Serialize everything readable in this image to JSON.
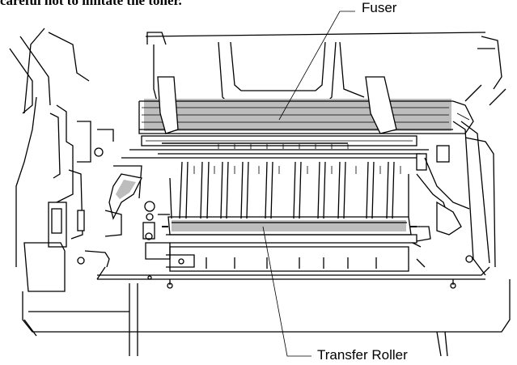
{
  "caption_fragment": "careful not to imitate the toner.",
  "callouts": {
    "fuser": "Fuser",
    "transfer_roller": "Transfer Roller"
  },
  "colors": {
    "line": "#000000",
    "shading": "#bdbdbd",
    "background": "#ffffff"
  }
}
